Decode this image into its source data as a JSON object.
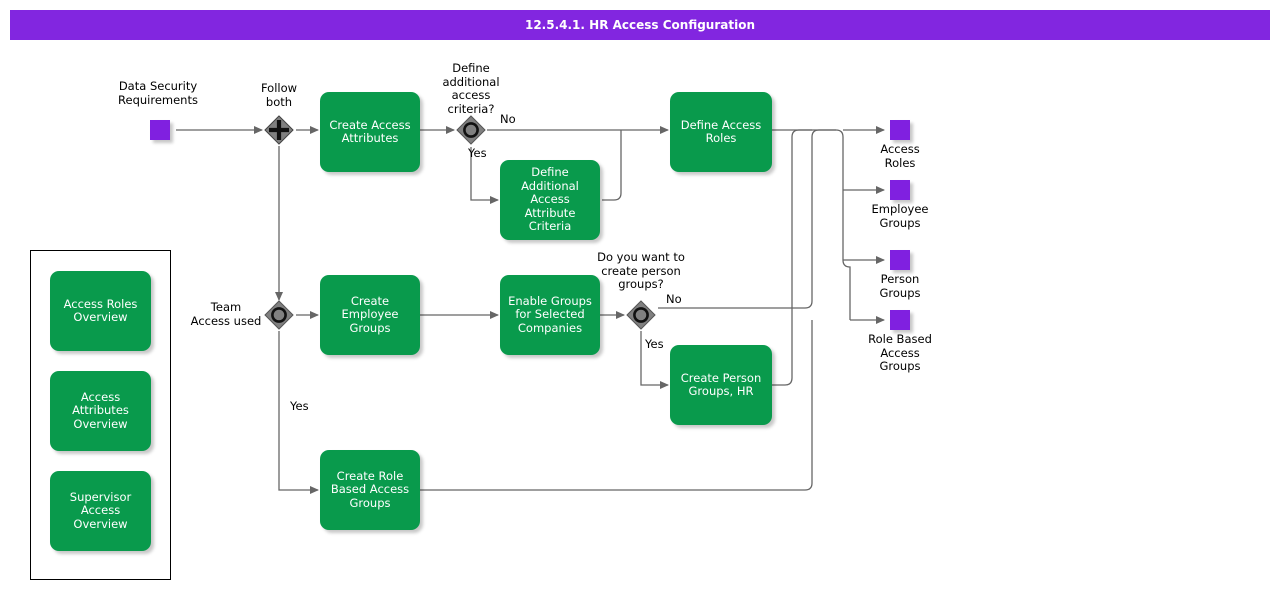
{
  "title": "12.5.4.1. HR Access Configuration",
  "theme": {
    "title_bar_color": "#8226e0",
    "task_color": "#099a4c",
    "artifact_color": "#8020e0",
    "gateway_fill": "#808080",
    "connector_color": "#666666",
    "text_color": "#000000",
    "task_text_color": "#ffffff"
  },
  "start_artifact": {
    "label": "Data Security\nRequirements",
    "icon": "data-object-icon"
  },
  "gateways": [
    {
      "id": "follow-both",
      "kind": "parallel-gateway",
      "label": "Follow\nboth",
      "glyph": "plus"
    },
    {
      "id": "define-additional-access-criteria",
      "kind": "exclusive-gateway",
      "label": "Define\nadditional\naccess\ncriteria?",
      "glyph": "circle"
    },
    {
      "id": "team-access-used",
      "kind": "exclusive-gateway",
      "label": "Team\nAccess used",
      "glyph": "circle"
    },
    {
      "id": "create-person-groups",
      "kind": "exclusive-gateway",
      "label": "Do you want to\ncreate person\ngroups?",
      "glyph": "circle"
    }
  ],
  "tasks": [
    {
      "id": "create-access-attributes",
      "label": "Create Access\nAttributes"
    },
    {
      "id": "define-additional-access-attribute-criteria",
      "label": "Define\nAdditional\nAccess Attribute\nCriteria"
    },
    {
      "id": "define-access-roles",
      "label": "Define Access\nRoles"
    },
    {
      "id": "create-employee-groups",
      "label": "Create\nEmployee\nGroups"
    },
    {
      "id": "enable-groups-for-selected-companies",
      "label": "Enable Groups\nfor Selected\nCompanies"
    },
    {
      "id": "create-person-groups-hr",
      "label": "Create Person\nGroups, HR"
    },
    {
      "id": "create-role-based-access-groups",
      "label": "Create Role\nBased Access\nGroups"
    }
  ],
  "output_artifacts": [
    {
      "id": "access-roles",
      "label": "Access\nRoles"
    },
    {
      "id": "employee-groups",
      "label": "Employee\nGroups"
    },
    {
      "id": "person-groups",
      "label": "Person\nGroups"
    },
    {
      "id": "role-based-access-groups",
      "label": "Role Based\nAccess\nGroups"
    }
  ],
  "flow_labels": {
    "no_top": "No",
    "yes_top": "Yes",
    "yes_team": "Yes",
    "no_person": "No",
    "yes_person": "Yes"
  },
  "side_panel": {
    "items": [
      {
        "id": "access-roles-overview",
        "label": "Access Roles\nOverview"
      },
      {
        "id": "access-attributes-overview",
        "label": "Access\nAttributes\nOverview"
      },
      {
        "id": "supervisor-access-overview",
        "label": "Supervisor\nAccess\nOverview"
      }
    ]
  }
}
